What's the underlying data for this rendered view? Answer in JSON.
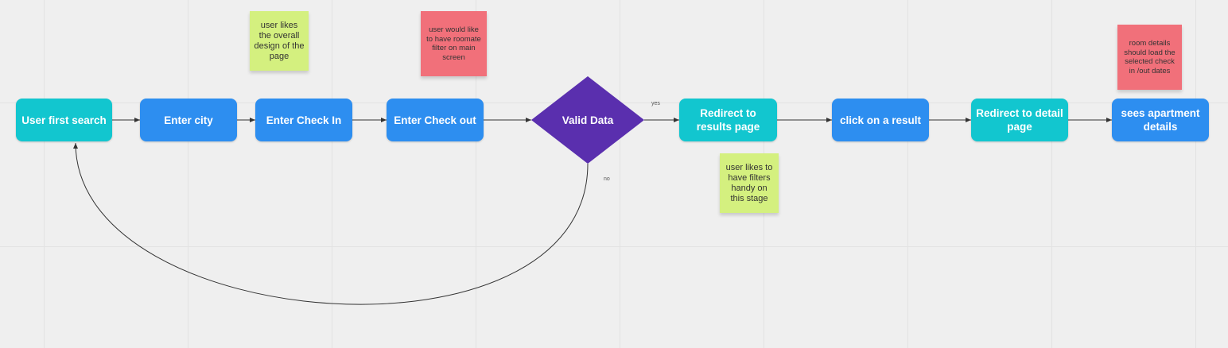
{
  "nodes": {
    "user_first_search": "User first search",
    "enter_city": "Enter city",
    "enter_check_in": "Enter Check In",
    "enter_check_out": "Enter Check out",
    "valid_data": "Valid Data",
    "redirect_results": "Redirect to results page",
    "click_result": "click on a result",
    "redirect_detail": "Redirect to detail page",
    "sees_apartment": "sees apartment details"
  },
  "edge_labels": {
    "yes": "yes",
    "no": "no"
  },
  "notes": {
    "design": "user likes the overall design of the page",
    "roomate": "user would like to have roomate filter on main screen",
    "filters": "user likes to have filters handy on this stage",
    "room_details": "room details should load the selected check in /out dates"
  },
  "colors": {
    "teal_node": "#12c6cf",
    "blue_node": "#2d8ef0",
    "decision": "#5a2fae",
    "sticky_green": "#d4f07f",
    "sticky_red": "#f1707a",
    "connector": "#333333"
  }
}
